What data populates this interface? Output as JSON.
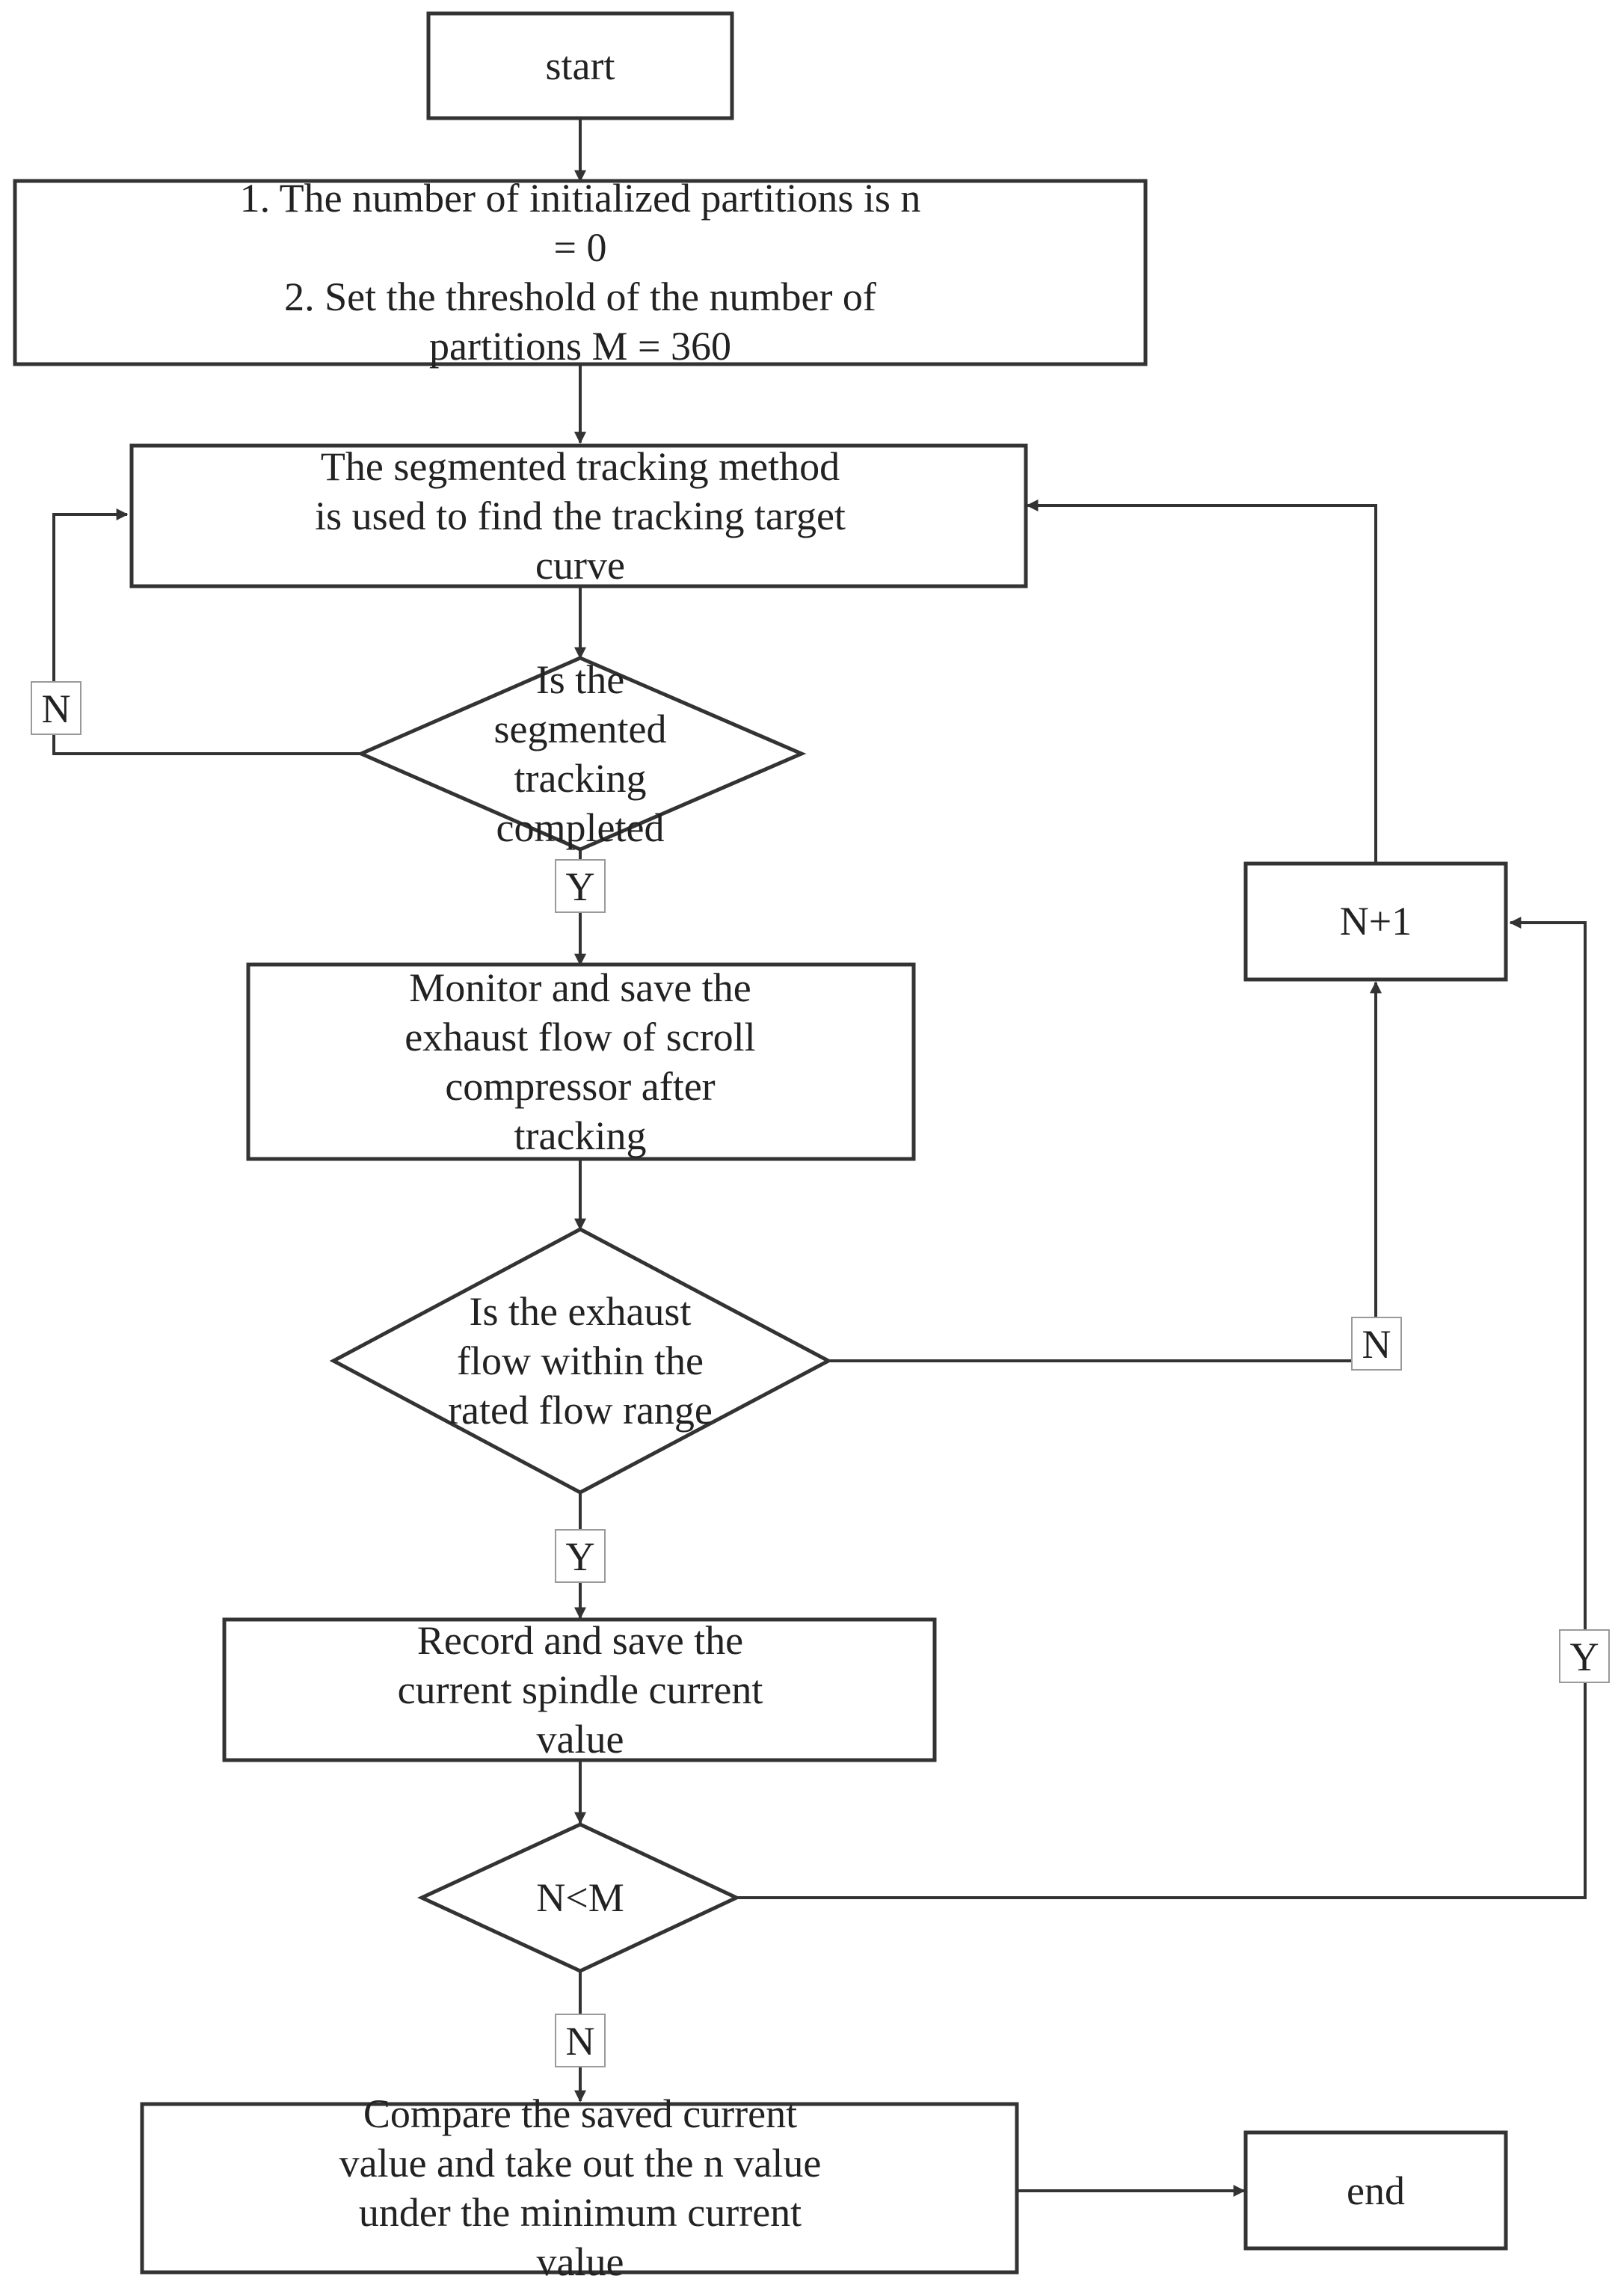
{
  "nodes": {
    "start": {
      "lines": [
        "start"
      ]
    },
    "init": {
      "lines": [
        "1. The number of initialized partitions is n",
        "= 0",
        "2. Set the threshold of the number of",
        "partitions M = 360"
      ]
    },
    "segmented_method": {
      "lines": [
        "The segmented tracking method",
        "is used to find the tracking target",
        "curve"
      ]
    },
    "segmented_completed": {
      "lines": [
        "Is the",
        "segmented",
        "tracking",
        "completed"
      ]
    },
    "monitor": {
      "lines": [
        "Monitor and save the",
        "exhaust flow of scroll",
        "compressor after",
        "tracking"
      ]
    },
    "flow_check": {
      "lines": [
        "Is the exhaust",
        "flow within the",
        "rated flow range"
      ]
    },
    "record": {
      "lines": [
        "Record and save the",
        "current spindle current",
        "value"
      ]
    },
    "n_less_m": {
      "lines": [
        "N<M"
      ]
    },
    "compare": {
      "lines": [
        "Compare the saved current",
        "value and take out the n value",
        "under the minimum current",
        "value"
      ]
    },
    "increment": {
      "lines": [
        "N+1"
      ]
    },
    "end": {
      "lines": [
        "end"
      ]
    }
  },
  "edge_labels": {
    "segmented_no": "N",
    "segmented_yes": "Y",
    "flow_no": "N",
    "flow_yes": "Y",
    "nm_yes": "Y",
    "nm_no": "N"
  },
  "colors": {
    "stroke": "#333333",
    "text": "#222222",
    "background": "#ffffff"
  }
}
